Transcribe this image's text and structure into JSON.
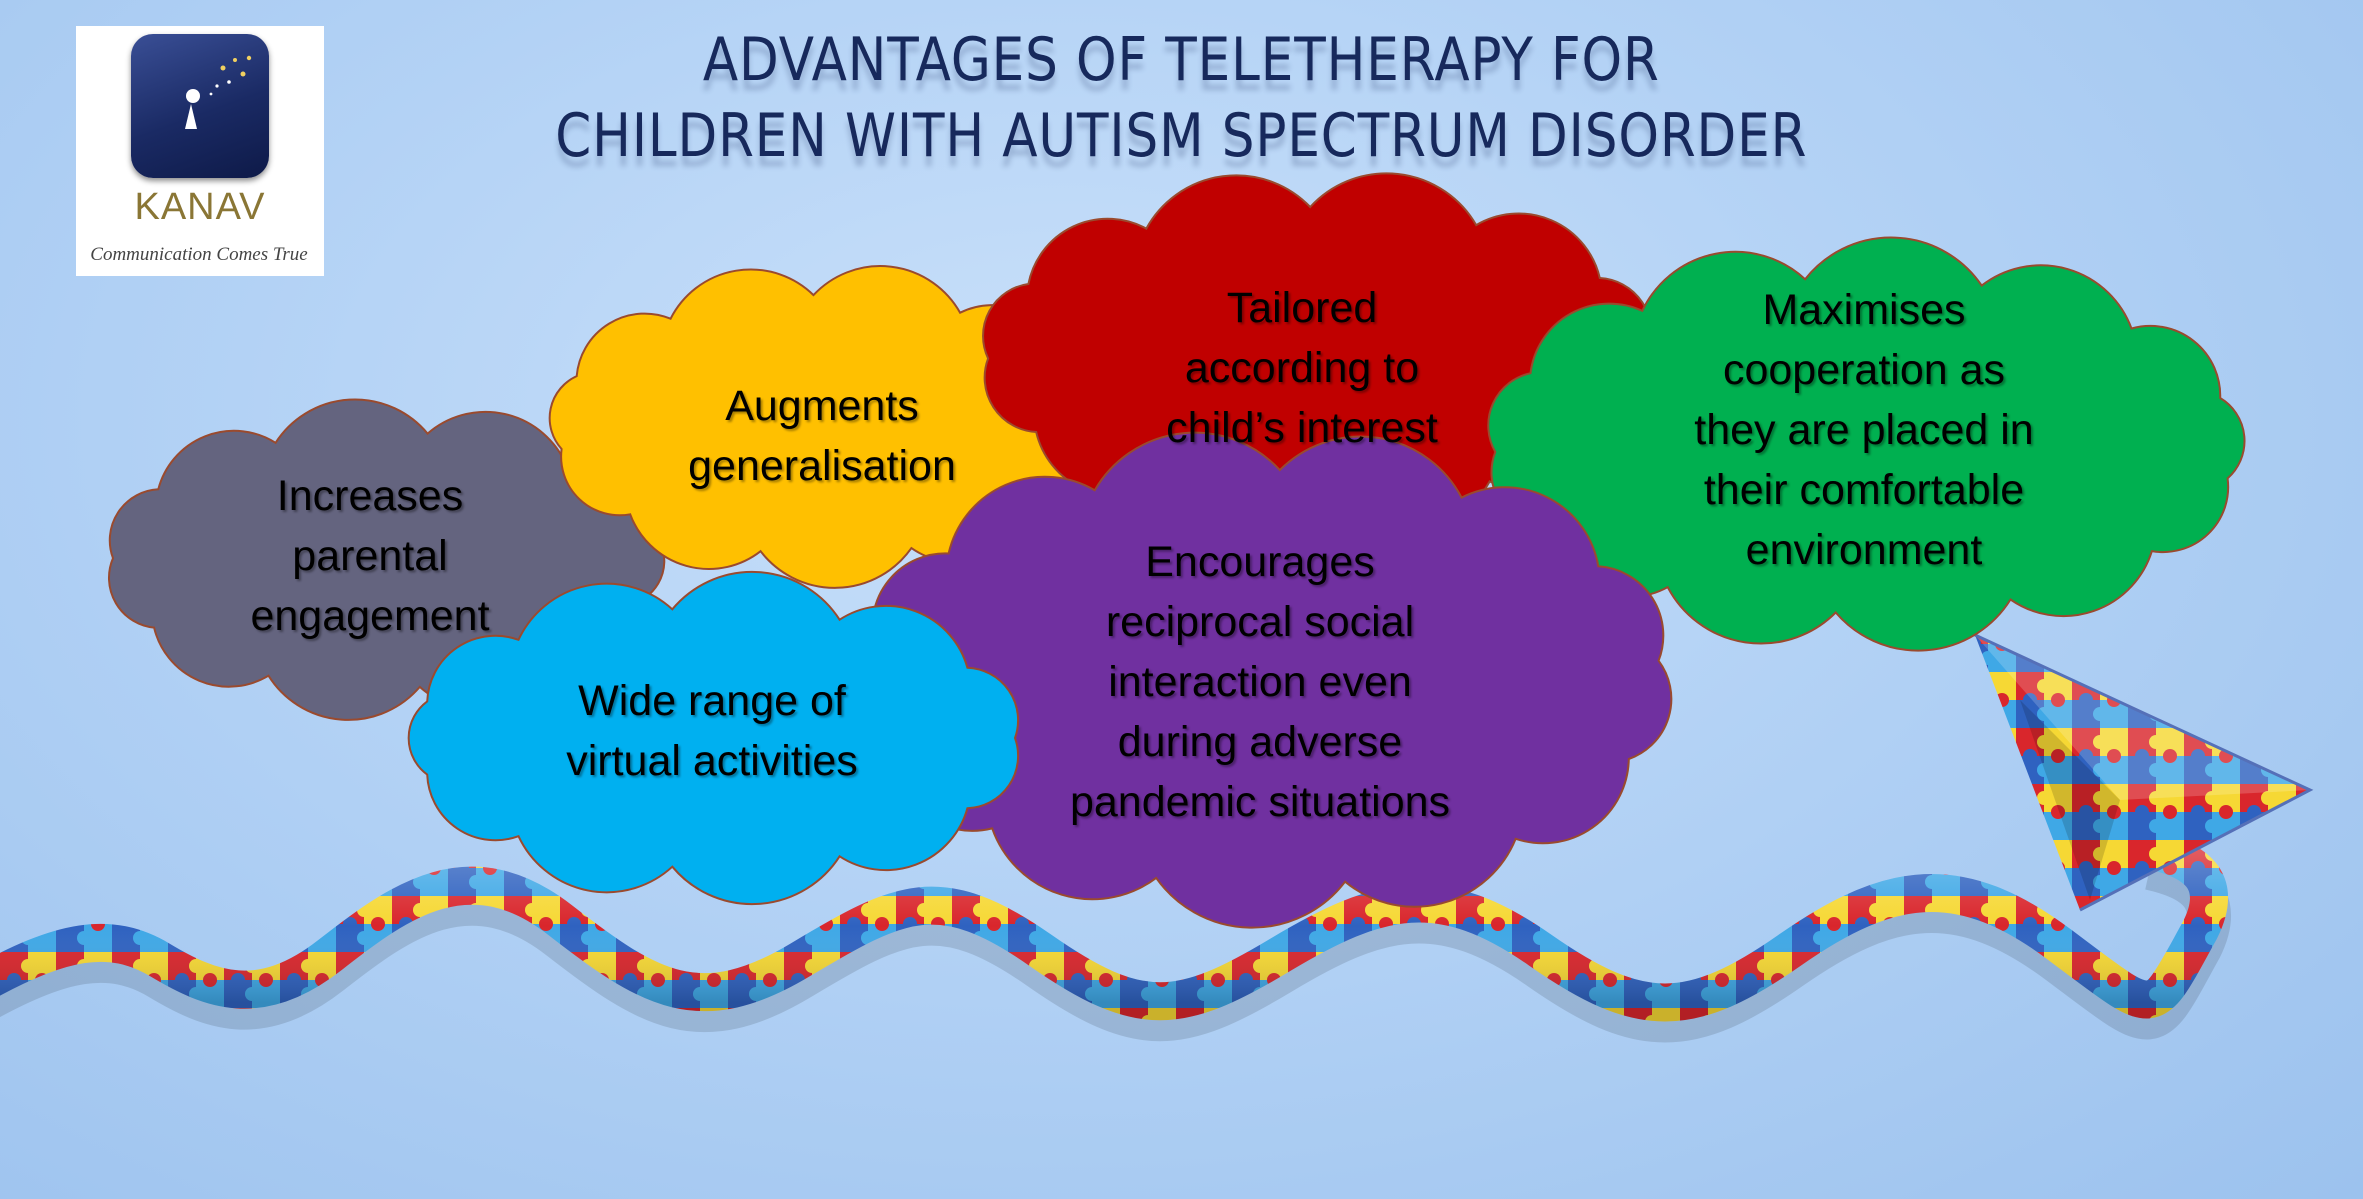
{
  "title": {
    "line1": "ADVANTAGES OF TELETHERAPY FOR",
    "line2": "CHILDREN WITH AUTISM SPECTRUM DISORDER"
  },
  "logo": {
    "name": "KANAV",
    "tagline": "Communication Comes True"
  },
  "clouds": [
    {
      "lines": [
        "Increases",
        "parental",
        "engagement"
      ],
      "color": "#64647f"
    },
    {
      "lines": [
        "Augments",
        "generalisation"
      ],
      "color": "#ffc000"
    },
    {
      "lines": [
        "Tailored",
        "according to",
        "child’s  interest"
      ],
      "color": "#c00000"
    },
    {
      "lines": [
        "Maximises",
        "cooperation as",
        "they are placed in",
        "their comfortable",
        "environment"
      ],
      "color": "#00b050"
    },
    {
      "lines": [
        "Encourages",
        "reciprocal social",
        "interaction even",
        "during adverse",
        "pandemic situations"
      ],
      "color": "#7030a0"
    },
    {
      "lines": [
        "Wide range of",
        "virtual activities"
      ],
      "color": "#00b0f0"
    }
  ],
  "colors": {
    "title": "#17295c",
    "ribbon_palette": [
      "#d9262c",
      "#f6d834",
      "#2f62c0",
      "#3fa8e6"
    ]
  },
  "decor": [
    "autism-awareness-ribbon",
    "puzzle-paper-plane-icon"
  ]
}
